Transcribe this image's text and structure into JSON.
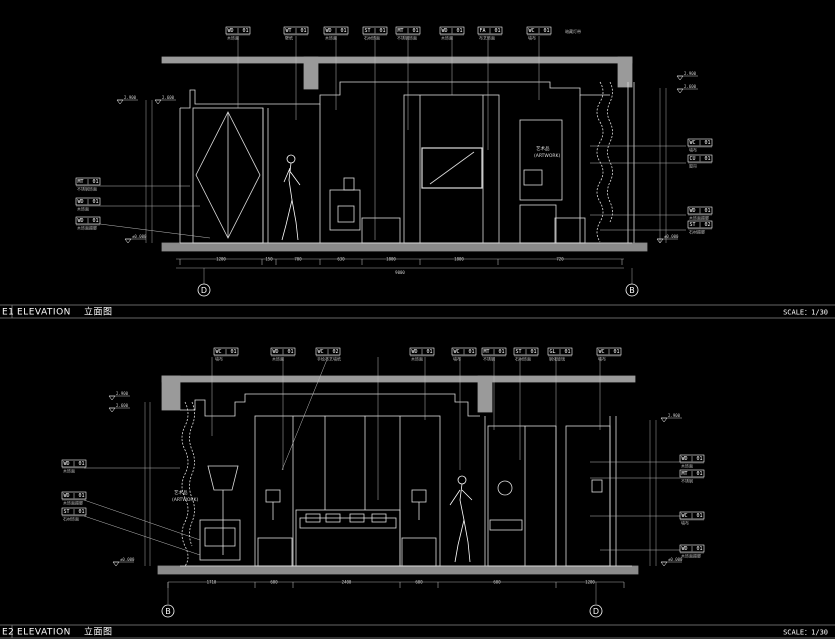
{
  "elevation1": {
    "id": "E1",
    "title": "ELEVATION",
    "title_cn": "立面图",
    "scale": "SCALE：1/30",
    "grid_left": "D",
    "grid_right": "B",
    "art_label": "艺术品",
    "art_sub": "(ARTWORK)",
    "overall_dim": "9000",
    "top_tags": [
      {
        "code": "WD | 01",
        "sub": "木饰面"
      },
      {
        "code": "WT | 01",
        "sub": "壁纸"
      },
      {
        "code": "WD | 01",
        "sub": "木饰面"
      },
      {
        "code": "ST | 01",
        "sub": "石材饰面"
      },
      {
        "code": "MT | 01",
        "sub": "不锈钢饰面"
      },
      {
        "code": "WD | 01",
        "sub": "木饰面"
      },
      {
        "code": "FA | 01",
        "sub": "布艺饰面"
      },
      {
        "code": "WC | 01",
        "sub": "墙布"
      }
    ],
    "top_note": "暗藏灯带",
    "left_tags": [
      {
        "code": "MT | 01",
        "sub": "不锈钢饰面"
      },
      {
        "code": "WD | 01",
        "sub": "木饰面"
      },
      {
        "code": "WD | 01",
        "sub": "木饰面踢脚"
      }
    ],
    "right_tags": [
      {
        "code": "WC | 01",
        "sub": "墙布"
      },
      {
        "code": "CU | 01",
        "sub": "窗帘"
      },
      {
        "code": "WD | 01",
        "sub": "木饰面踢脚"
      },
      {
        "code": "ST | 02",
        "sub": "石材踢脚"
      }
    ],
    "bottom_dims": [
      "1200",
      "150",
      "700",
      "630",
      "1800",
      "1800",
      "720"
    ],
    "level_marks": [
      "2.900",
      "2.600",
      "±0.000",
      "2.900",
      "2.600",
      "±0.000"
    ]
  },
  "elevation2": {
    "id": "E2",
    "title": "ELEVATION",
    "title_cn": "立面图",
    "scale": "SCALE：1/30",
    "grid_left": "B",
    "grid_right": "D",
    "art_label": "艺术品",
    "art_sub": "(ARTWORK)",
    "top_tags": [
      {
        "code": "WC | 01",
        "sub": "墙布"
      },
      {
        "code": "WD | 01",
        "sub": "木饰面"
      },
      {
        "code": "WC | 02",
        "sub": "手绘布艺墙纸"
      },
      {
        "code": "WD | 01",
        "sub": "木饰面"
      },
      {
        "code": "WC | 01",
        "sub": "墙布"
      },
      {
        "code": "MT | 01",
        "sub": "不锈钢"
      },
      {
        "code": "ST | 01",
        "sub": "石材饰面"
      },
      {
        "code": "GL | 01",
        "sub": "钢化玻璃"
      },
      {
        "code": "WC | 01",
        "sub": "墙布"
      }
    ],
    "left_tags": [
      {
        "code": "WD | 01",
        "sub": "木饰面"
      },
      {
        "code": "WD | 01",
        "sub": "木饰面踢脚"
      },
      {
        "code": "ST | 01",
        "sub": "石材饰面"
      }
    ],
    "right_tags": [
      {
        "code": "WD | 01",
        "sub": "木饰面"
      },
      {
        "code": "MT | 01",
        "sub": "不锈钢"
      },
      {
        "code": "WC | 01",
        "sub": "墙布"
      },
      {
        "code": "WD | 01",
        "sub": "木饰面踢脚"
      }
    ],
    "bottom_dims": [
      "1710",
      "600",
      "2400",
      "600",
      "600",
      "1200"
    ],
    "level_marks": [
      "2.900",
      "2.600",
      "±0.000",
      "2.900",
      "±0.000"
    ]
  }
}
